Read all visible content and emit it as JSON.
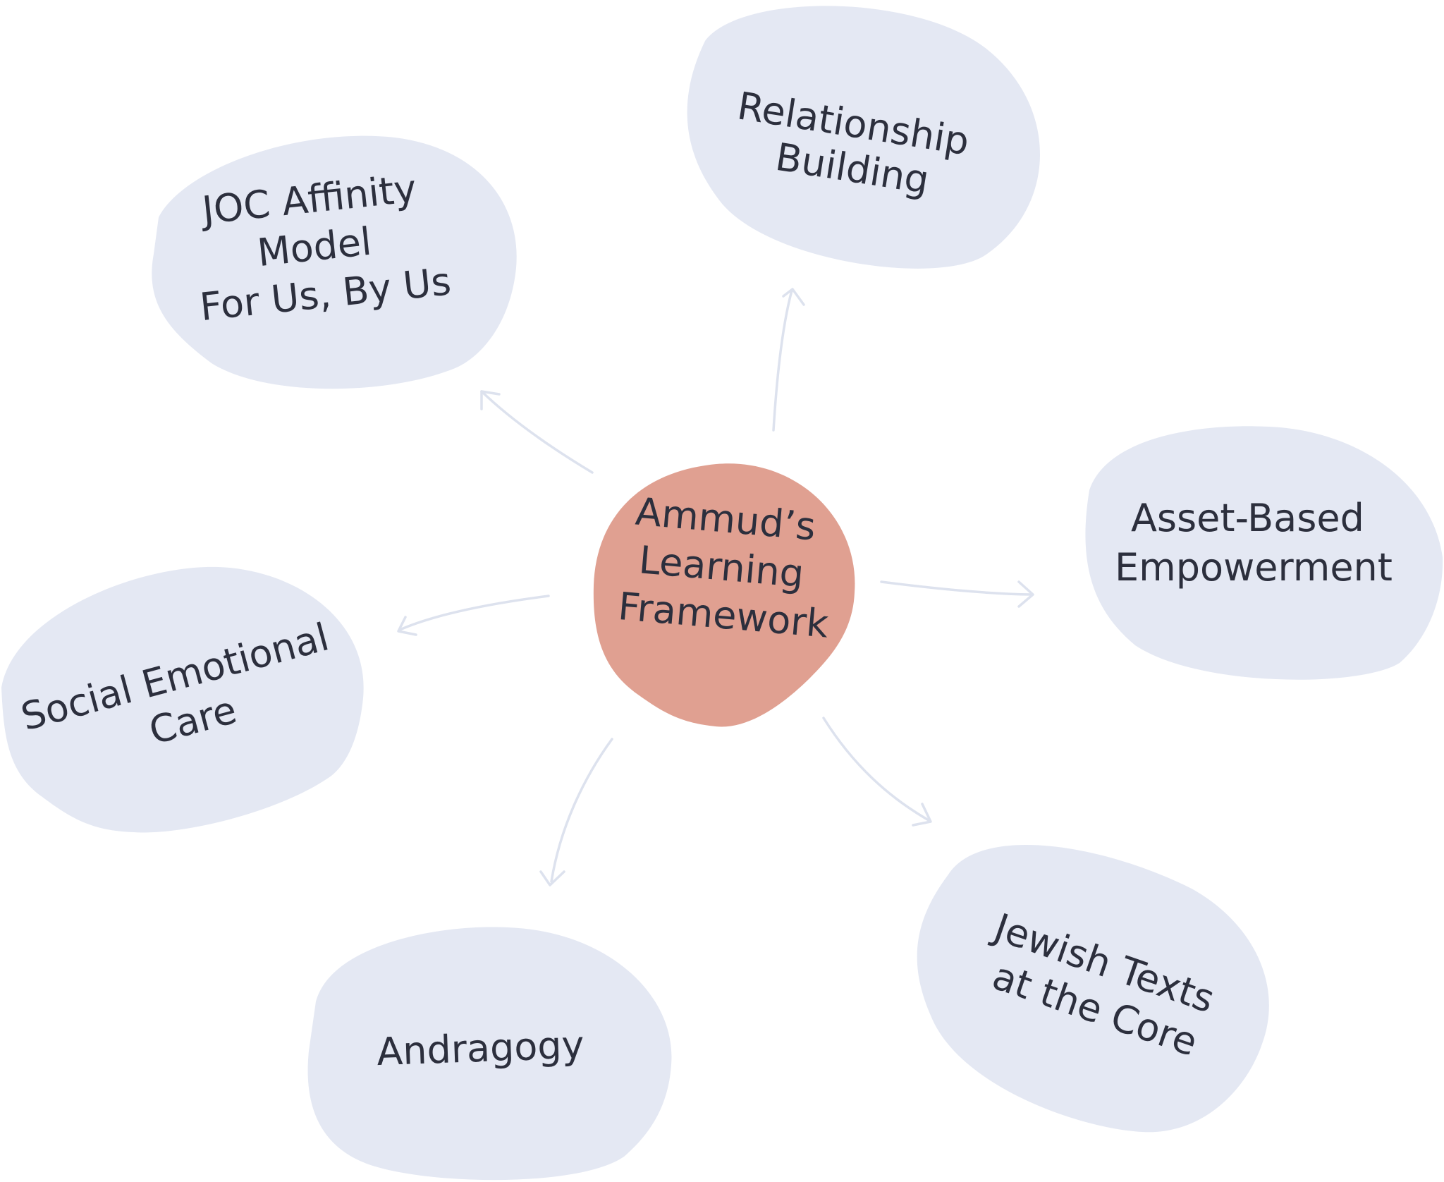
{
  "center": {
    "lines": [
      "Ammud’s",
      "Learning",
      "Framework"
    ],
    "color": "#e0a091"
  },
  "nodes": [
    {
      "id": "relationship",
      "lines": [
        "Relationship",
        "Building"
      ]
    },
    {
      "id": "joc-affinity",
      "lines": [
        "JOC Affinity",
        "Model",
        "For Us, By Us"
      ]
    },
    {
      "id": "asset-based",
      "lines": [
        "Asset-Based",
        "Empowerment"
      ]
    },
    {
      "id": "social-emotional",
      "lines": [
        "Social Emotional",
        "Care"
      ]
    },
    {
      "id": "andragogy",
      "lines": [
        "Andragogy"
      ]
    },
    {
      "id": "jewish-texts",
      "lines": [
        "Jewish Texts",
        "at the Core"
      ]
    }
  ],
  "colors": {
    "node_fill": "#e4e8f3",
    "arrow": "#dde2ee",
    "text": "#2c2f3d"
  }
}
